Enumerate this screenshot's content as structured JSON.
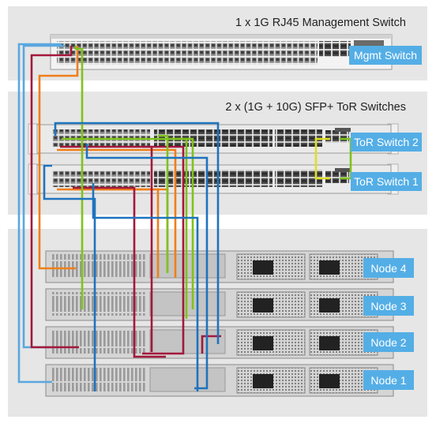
{
  "sections": {
    "management_title": "1 x 1G RJ45 Management Switch",
    "tor_title": "2 x (1G + 10G) SFP+ ToR Switches"
  },
  "devices": {
    "mgmt_switch": "Mgmt Switch",
    "tor_switch_2": "ToR Switch 2",
    "tor_switch_1": "ToR Switch 1",
    "node_4": "Node 4",
    "node_3": "Node 3",
    "node_2": "Node 2",
    "node_1": "Node 1"
  },
  "cable_colors": {
    "management": "#5aa7e0",
    "orange": "#ef7f1a",
    "crimson": "#a3183b",
    "green": "#7fc31c",
    "blue": "#1e73be",
    "yellow": "#dede2a"
  },
  "colors": {
    "panel_bg": "#e6e6e6",
    "label_bg": "#54aee6",
    "label_text": "#ffffff",
    "title_text": "#222222"
  }
}
